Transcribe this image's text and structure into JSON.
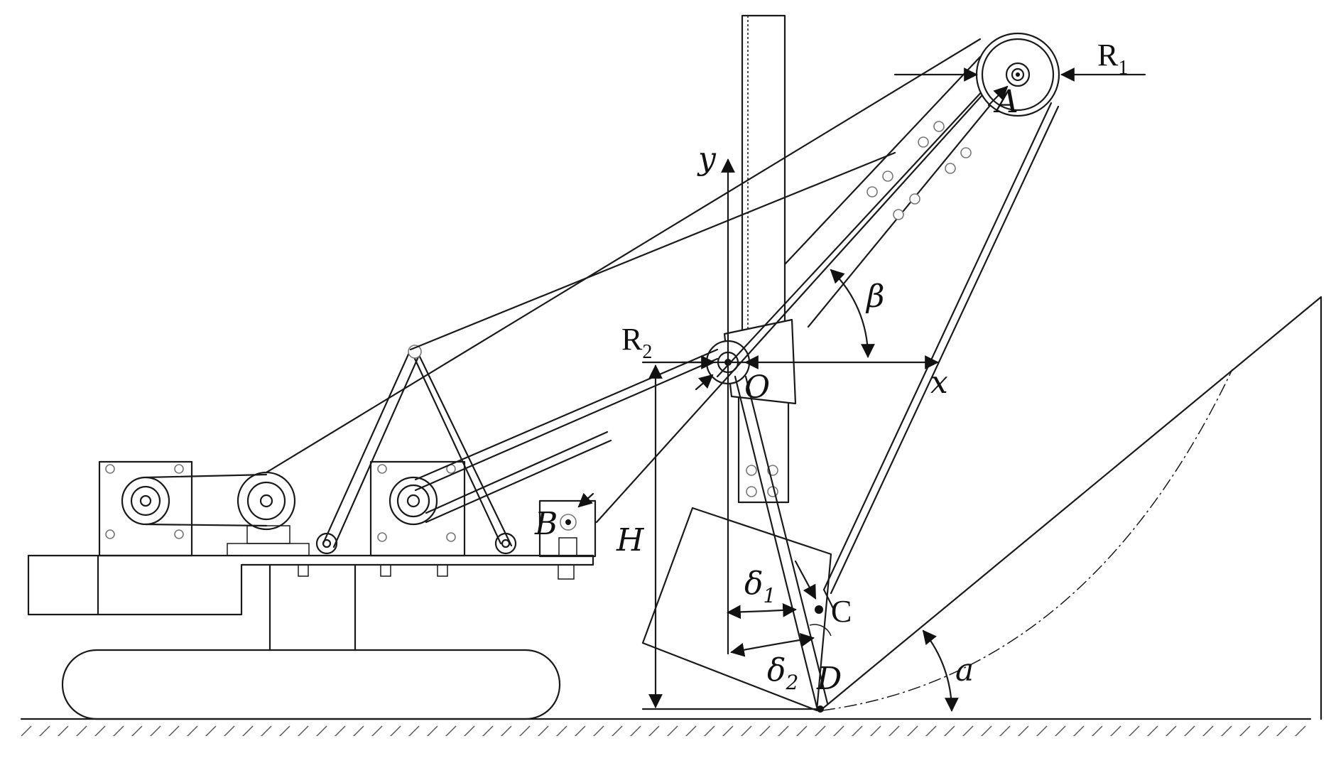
{
  "labels": {
    "A": "A",
    "B": "B",
    "C": "C",
    "D": "D",
    "O": "O",
    "H": "H",
    "x_axis": "x",
    "y_axis": "y",
    "R1_main": "R",
    "R1_sub": "1",
    "R2_main": "R",
    "R2_sub": "2",
    "beta": "β",
    "alpha": "a",
    "delta1_main": "δ",
    "delta1_sub": "1",
    "delta2_main": "δ",
    "delta2_sub": "2"
  },
  "colors": {
    "stroke": "#1a1a1a",
    "background": "#ffffff"
  }
}
